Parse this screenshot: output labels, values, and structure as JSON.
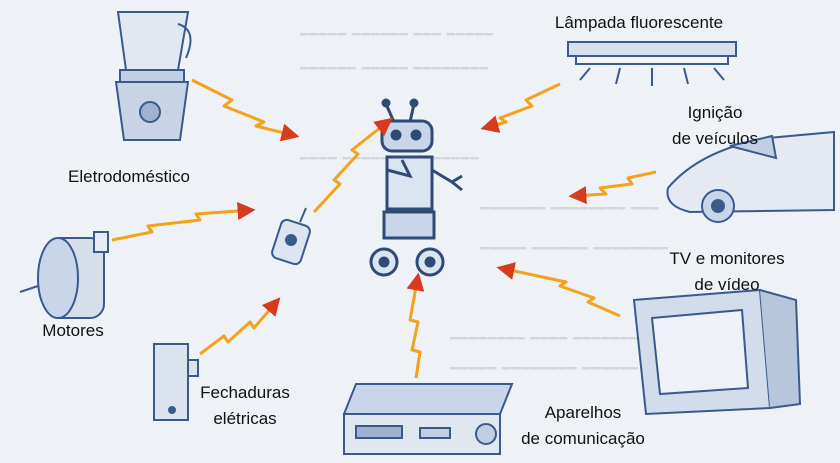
{
  "labels": {
    "lampada": "Lâmpada fluorescente",
    "ignicao_1": "Ignição",
    "ignicao_2": "de veículos",
    "eletro": "Eletrodoméstico",
    "tv_1": "TV e monitores",
    "tv_2": "de vídeo",
    "motores": "Motores",
    "fechaduras_1": "Fechaduras",
    "fechaduras_2": "elétricas",
    "aparelhos_1": "Aparelhos",
    "aparelhos_2": "de comunicação"
  },
  "colors": {
    "bolt": "#f2a21b",
    "arrow": "#d73a1f",
    "line": "#3b5a8c",
    "fill": "#c9d6ea",
    "dark": "#2f4a75"
  },
  "icons": [
    "robot-icon",
    "blender-icon",
    "fluorescent-lamp-icon",
    "car-icon",
    "tv-monitor-icon",
    "motor-icon",
    "remote-control-icon",
    "electric-lock-icon",
    "amplifier-icon"
  ]
}
